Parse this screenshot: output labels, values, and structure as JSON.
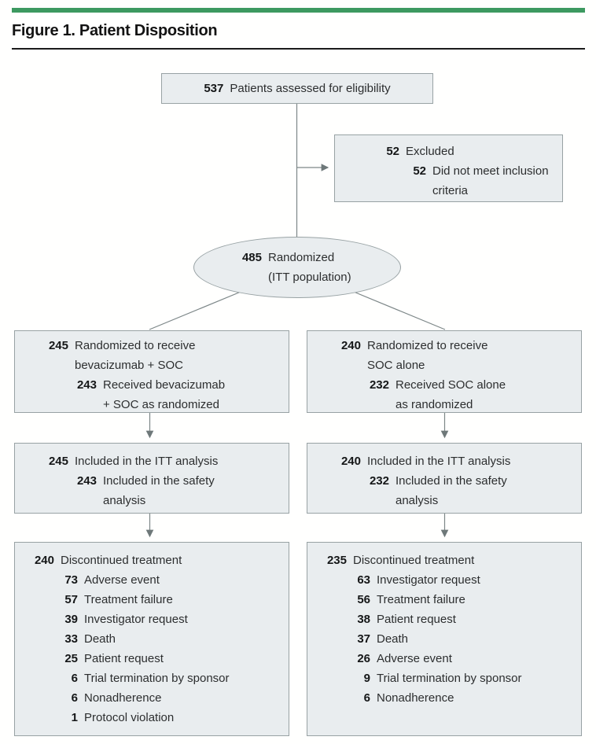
{
  "figure": {
    "title": "Figure 1. Patient Disposition",
    "accent_color": "#3d9960",
    "box_fill": "#e9edef",
    "box_border": "#98a2a4",
    "line_color": "#7d8788"
  },
  "nodes": {
    "assessed": {
      "lines": [
        {
          "n": "537",
          "text": "Patients assessed for eligibility",
          "indent": 0
        }
      ]
    },
    "excluded": {
      "lines": [
        {
          "n": "52",
          "text": "Excluded",
          "indent": 0
        },
        {
          "n": "52",
          "text": "Did not meet inclusion\ncriteria",
          "indent": 1
        }
      ]
    },
    "randomized": {
      "lines": [
        {
          "n": "485",
          "text": "Randomized\n(ITT population)",
          "indent": 0
        }
      ]
    },
    "arm_left": {
      "lines": [
        {
          "n": "245",
          "text": "Randomized to receive\nbevacizumab + SOC",
          "indent": 0
        },
        {
          "n": "243",
          "text": "Received bevacizumab\n+ SOC as randomized",
          "indent": 1
        }
      ]
    },
    "arm_right": {
      "lines": [
        {
          "n": "240",
          "text": "Randomized to receive\nSOC alone",
          "indent": 0
        },
        {
          "n": "232",
          "text": "Received SOC alone\nas randomized",
          "indent": 1
        }
      ]
    },
    "itt_left": {
      "lines": [
        {
          "n": "245",
          "text": "Included in the ITT analysis",
          "indent": 0
        },
        {
          "n": "243",
          "text": "Included in the safety\nanalysis",
          "indent": 1
        }
      ]
    },
    "itt_right": {
      "lines": [
        {
          "n": "240",
          "text": "Included in the ITT analysis",
          "indent": 0
        },
        {
          "n": "232",
          "text": "Included in the safety\nanalysis",
          "indent": 1
        }
      ]
    },
    "disc_left": {
      "lines": [
        {
          "n": "240",
          "text": "Discontinued treatment",
          "indent": 0
        },
        {
          "n": "73",
          "text": "Adverse event",
          "indent": 1
        },
        {
          "n": "57",
          "text": "Treatment failure",
          "indent": 1
        },
        {
          "n": "39",
          "text": "Investigator request",
          "indent": 1
        },
        {
          "n": "33",
          "text": "Death",
          "indent": 1
        },
        {
          "n": "25",
          "text": "Patient request",
          "indent": 1
        },
        {
          "n": "6",
          "text": "Trial termination by sponsor",
          "indent": 1
        },
        {
          "n": "6",
          "text": "Nonadherence",
          "indent": 1
        },
        {
          "n": "1",
          "text": "Protocol violation",
          "indent": 1
        }
      ]
    },
    "disc_right": {
      "lines": [
        {
          "n": "235",
          "text": "Discontinued treatment",
          "indent": 0
        },
        {
          "n": "63",
          "text": "Investigator request",
          "indent": 1
        },
        {
          "n": "56",
          "text": "Treatment failure",
          "indent": 1
        },
        {
          "n": "38",
          "text": "Patient request",
          "indent": 1
        },
        {
          "n": "37",
          "text": "Death",
          "indent": 1
        },
        {
          "n": "26",
          "text": "Adverse event",
          "indent": 1
        },
        {
          "n": "9",
          "text": "Trial termination by sponsor",
          "indent": 1
        },
        {
          "n": "6",
          "text": "Nonadherence",
          "indent": 1
        }
      ]
    }
  }
}
